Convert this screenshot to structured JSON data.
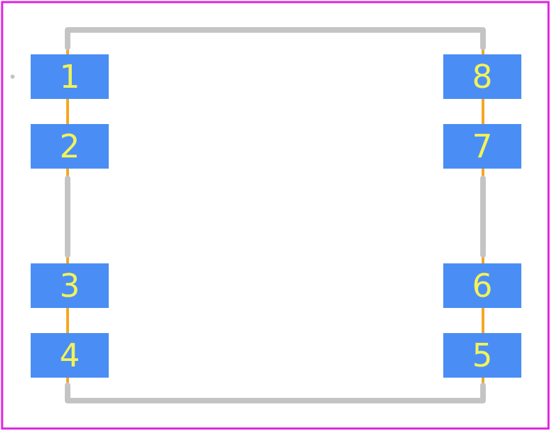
{
  "colors": {
    "background": "#ffffff",
    "board_outline": "#e020e0",
    "silkscreen": "#c4c4c4",
    "pin_lead": "#f5a623",
    "pad_fill": "#4a8ef5",
    "pad_label": "#f2f25a",
    "pin1_marker": "#c4c4c4"
  },
  "pads": [
    {
      "id": "1",
      "label": "1",
      "side": "left",
      "row": 0
    },
    {
      "id": "2",
      "label": "2",
      "side": "left",
      "row": 1
    },
    {
      "id": "3",
      "label": "3",
      "side": "left",
      "row": 2
    },
    {
      "id": "4",
      "label": "4",
      "side": "left",
      "row": 3
    },
    {
      "id": "5",
      "label": "5",
      "side": "right",
      "row": 3
    },
    {
      "id": "6",
      "label": "6",
      "side": "right",
      "row": 2
    },
    {
      "id": "7",
      "label": "7",
      "side": "right",
      "row": 1
    },
    {
      "id": "8",
      "label": "8",
      "side": "right",
      "row": 0
    }
  ]
}
